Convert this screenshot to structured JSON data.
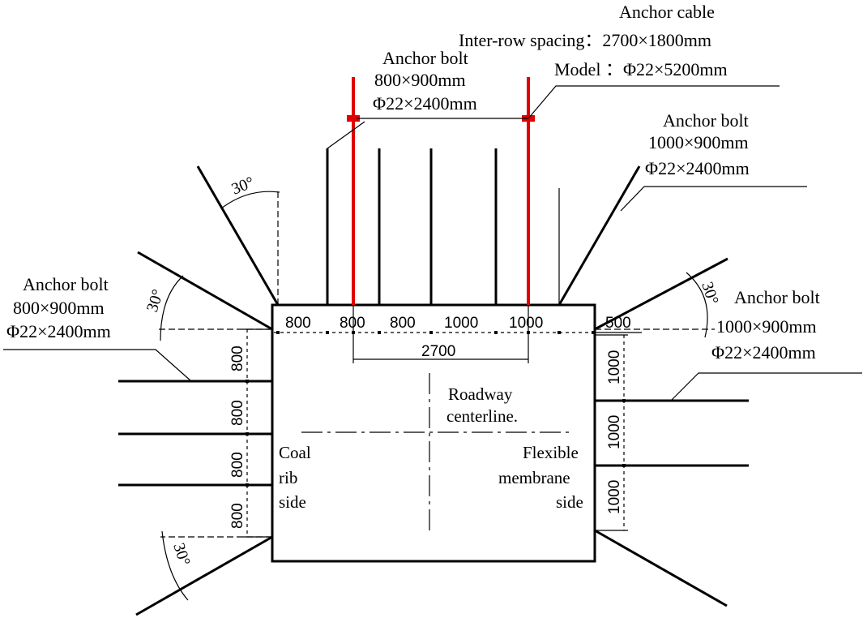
{
  "colors": {
    "ink": "#000000",
    "cable": "#e00000",
    "background": "#ffffff"
  },
  "labels": {
    "cable": {
      "title": "Anchor cable",
      "spacing": "Inter-row spacing：2700×1800mm",
      "model": "Model ：Φ22×5200mm"
    },
    "top_bolt": {
      "title": "Anchor bolt",
      "spacing": "800×900mm",
      "model": "Φ22×2400mm"
    },
    "top_right_bolt": {
      "title": "Anchor bolt",
      "spacing": "1000×900mm",
      "model": "Φ22×2400mm"
    },
    "left_bolt": {
      "title": "Anchor bolt",
      "spacing": "800×900mm",
      "model": "Φ22×2400mm"
    },
    "right_bolt": {
      "title": "Anchor bolt",
      "spacing": "1000×900mm",
      "model": "Φ22×2400mm"
    },
    "centerline": [
      "Roadway",
      "centerline."
    ],
    "coal_side": [
      "Coal",
      "rib",
      "side"
    ],
    "flexible_side": [
      "Flexible",
      "membrane",
      "side"
    ]
  },
  "dimensions": {
    "top_segments": [
      "800",
      "800",
      "800",
      "1000",
      "1000",
      "500"
    ],
    "cable_spacing": "2700",
    "left_segments": [
      "800",
      "800",
      "800",
      "800"
    ],
    "right_segments": [
      "1000",
      "1000",
      "1000"
    ]
  },
  "angles": {
    "upper_left": "30°",
    "middle_left": "30°",
    "right": "30°",
    "lower_left": "30°"
  }
}
